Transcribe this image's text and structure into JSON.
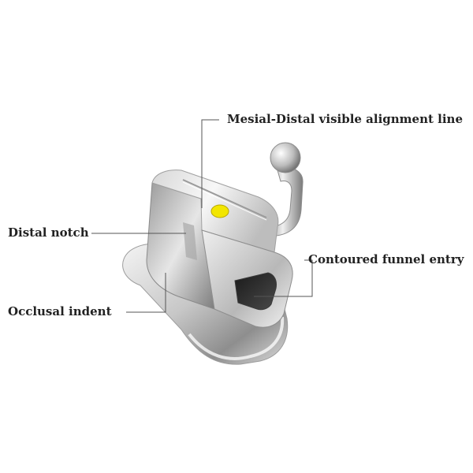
{
  "labels": {
    "mesial_distal": "Mesial-Distal visible alignment line",
    "distal_notch": "Distal notch",
    "contoured_funnel": "Contoured funnel entry",
    "occlusal_indent": "Occlusal indent"
  },
  "colors": {
    "leader_line": "#555555",
    "label_text": "#222222",
    "indicator_dot": "#f2e600"
  }
}
